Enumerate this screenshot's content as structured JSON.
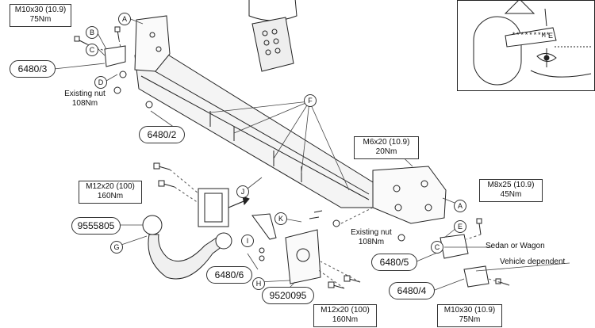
{
  "callouts": {
    "a_top": "A",
    "b": "B",
    "c_top": "C",
    "d": "D",
    "f": "F",
    "j": "J",
    "k": "K",
    "i": "I",
    "h": "H",
    "g": "G",
    "a_right": "A",
    "e": "E",
    "c_right": "C"
  },
  "parts": {
    "p6480_3": "6480/3",
    "p6480_2": "6480/2",
    "p9555805": "9555805",
    "p6480_6": "6480/6",
    "p9520095": "9520095",
    "p6480_5": "6480/5",
    "p6480_4": "6480/4"
  },
  "specs": {
    "tl_bolt": "M10x30 (10.9)",
    "tl_torque": "75Nm",
    "exist_nut_left": "Existing nut",
    "exist_torque_left": "108Nm",
    "m6_bolt": "M6x20 (10.9)",
    "m6_torque": "20Nm",
    "m12_top_bolt": "M12x20 (100)",
    "m12_top_torque": "160Nm",
    "m8_bolt": "M8x25 (10.9)",
    "m8_torque": "45Nm",
    "exist_nut_mid": "Existing nut",
    "exist_torque_mid": "108Nm",
    "sedan": "Sedan or Wagon",
    "vehicle": "Vehicle dependent",
    "m12_bot_bolt": "M12x20 (100)",
    "m12_bot_torque": "160Nm",
    "br_bolt": "M10x30 (10.9)",
    "br_torque": "75Nm"
  },
  "inset": {
    "plate_code": "*******M*",
    "plate_letter": "E"
  }
}
